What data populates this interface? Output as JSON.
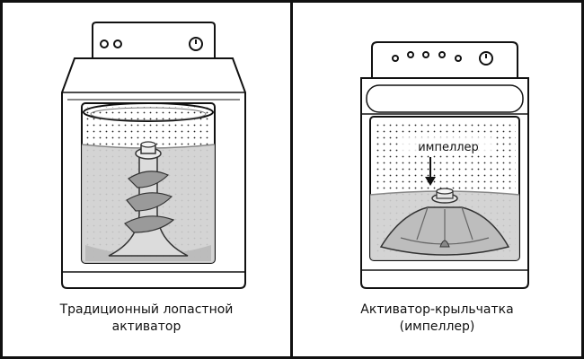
{
  "panels": [
    {
      "caption_line1": "Традиционный лопастной",
      "caption_line2": "активатор"
    },
    {
      "caption_line1": "Активатор-крыльчатка",
      "caption_line2": "(импеллер)",
      "label": "импеллер"
    }
  ],
  "colors": {
    "ink": "#111111",
    "water": "#cfcfcf",
    "water_dark": "#b9b9b9",
    "background": "#ffffff"
  }
}
